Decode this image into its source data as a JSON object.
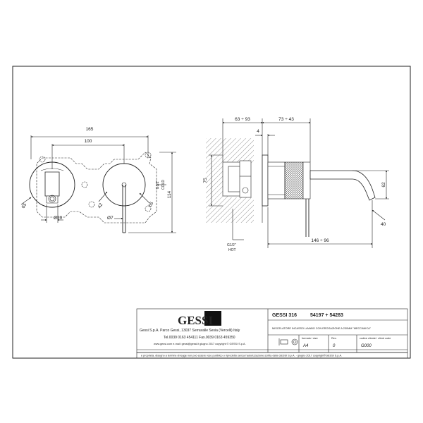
{
  "front_view": {
    "dim_overall_width": "165",
    "dim_center_distance": "100",
    "dim_height": "114",
    "dim_spout_dia": "Ø20",
    "dim_lever_dia": "Ø7",
    "dim_round_42": "42",
    "dim_65": "65",
    "dim_left_65": "65",
    "inlet_label": "G1/2\"",
    "inlet_sub": "COLD"
  },
  "side_view": {
    "dim_wall_range": "63 ÷ 93",
    "dim_trim_range": "73 ÷ 43",
    "dim_4": "4",
    "dim_75": "75",
    "dim_62": "62",
    "dim_40": "40",
    "dim_spout_range": "146 ÷ 96",
    "inlet_label": "G1/2\"",
    "inlet_sub": "HOT"
  },
  "title_block": {
    "product_code": "GESSI 316",
    "article_numbers": "54197 + 54283",
    "description": "MISCELATORE INCASSO LAVABO CON EROGAZIONE A 230MM \"MECCANICA\"",
    "company_line1": "Gessi S.p.A. Parco Gessi, 13037 Serravalle Sesia (Vercelli) Italy",
    "company_line2": "Tel.0039 0163 454111  Fax.0039 0163 459350",
    "company_line3": "www.gessi.com  e-mail: gessi@gessi.it    giugno 2017    copyright © GESSI S.p.A.",
    "format_label": "formato / size",
    "format_value": "A4",
    "rev_label": "Rev.",
    "rev_value": "0",
    "client_code_label": "codice cliente / client code",
    "client_code_value": "G000",
    "footer_notice": "è proprietà, disegno a termine di legge non può essere reso pubblico o riprodotto senza l'autorizzazione scritta della GESSI S.p.A. - giugno 2017 copyright©GESSI S.p.A."
  }
}
